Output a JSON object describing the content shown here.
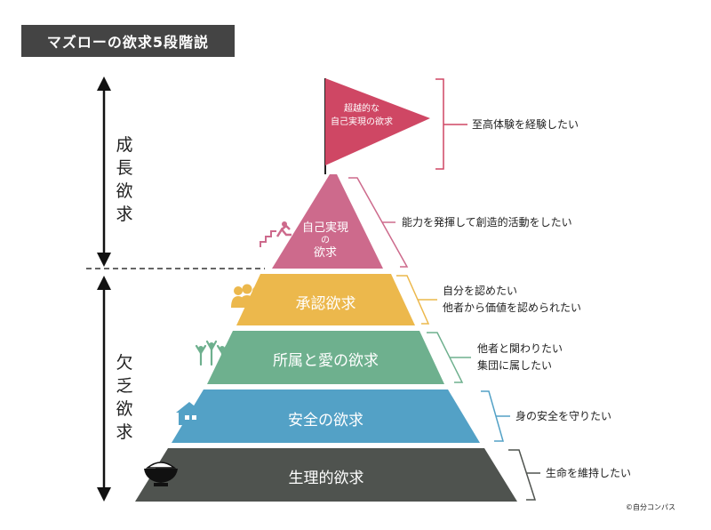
{
  "title": "マズローの欲求5段階説",
  "growth_label": "成長欲求",
  "deficiency_label": "欠乏欲求",
  "flag": {
    "line1": "超越的な",
    "line2": "自己実現の欲求",
    "color": "#cf4764"
  },
  "layers": [
    {
      "label": "自己実現の欲求",
      "line1": "自己実現",
      "line2": "の",
      "line3": "欲求",
      "color": "#cd6a8c"
    },
    {
      "label": "承認欲求",
      "color": "#ecb84c"
    },
    {
      "label": "所属と愛の欲求",
      "color": "#6eb08e"
    },
    {
      "label": "安全の欲求",
      "color": "#53a1c6"
    },
    {
      "label": "生理的欲求",
      "color": "#4f534f"
    }
  ],
  "descriptions": {
    "transcend": "至高体験を経験したい",
    "self_actualization": "能力を発揮して創造的活動をしたい",
    "esteem_line1": "自分を認めたい",
    "esteem_line2": "他者から価値を認められたい",
    "belonging_line1": "他者と関わりたい",
    "belonging_line2": "集団に属したい",
    "safety": "身の安全を守りたい",
    "physiological": "生命を維持したい"
  },
  "bracket_colors": {
    "transcend": "#cf4764",
    "self_actualization": "#cd6a8c",
    "esteem": "#ecb84c",
    "belonging": "#6eb08e",
    "safety": "#53a1c6",
    "physiological": "#4f534f"
  },
  "icons": [
    "stairs-runner-icon",
    "people-group-icon",
    "cheering-people-icon",
    "house-icon",
    "rice-bowl-icon"
  ],
  "copyright": "©自分コンパス"
}
